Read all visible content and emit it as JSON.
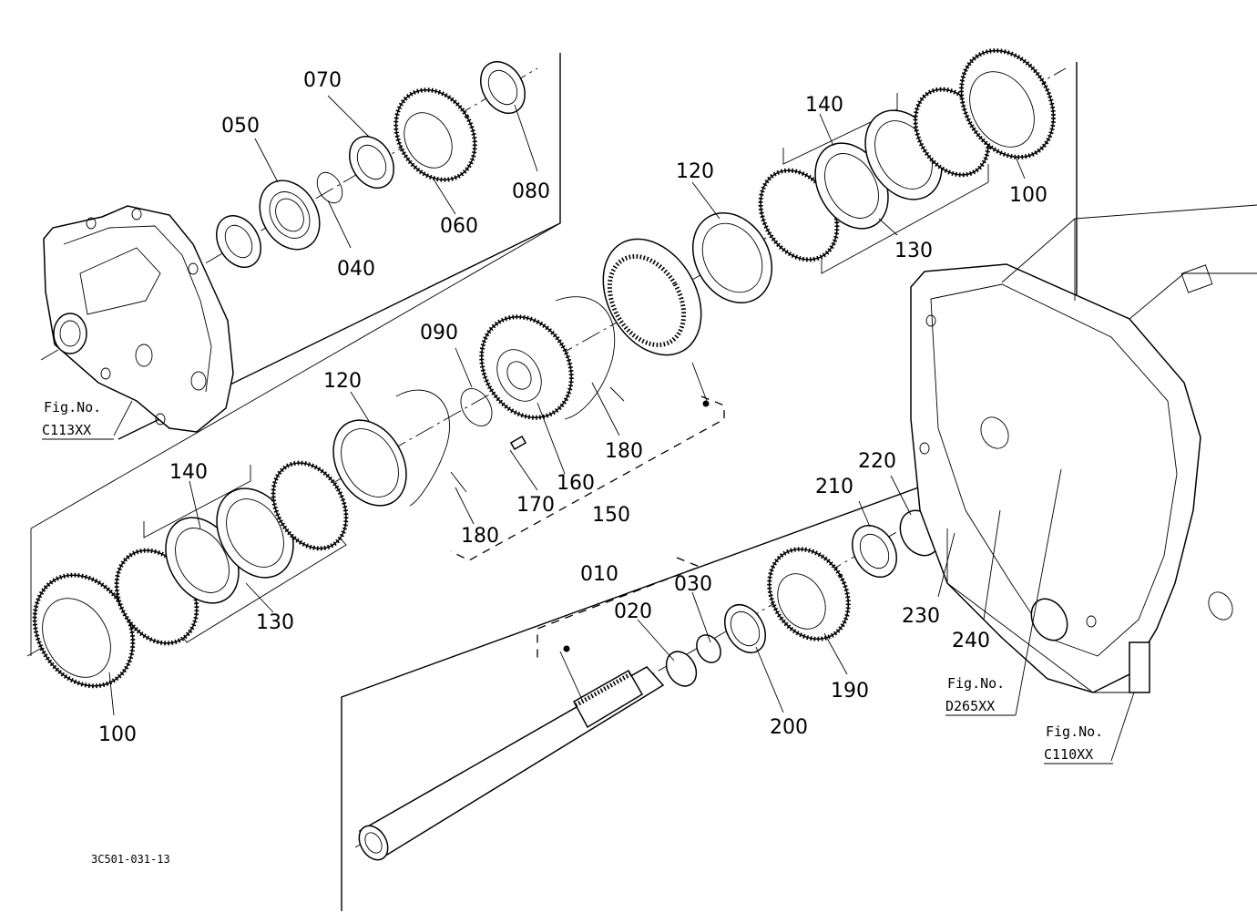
{
  "diagram_code": "3C501-031-13",
  "figure_refs": [
    {
      "fig_label": "Fig.No.",
      "fig_code": "C113XX"
    },
    {
      "fig_label": "Fig.No.",
      "fig_code": "D265XX"
    },
    {
      "fig_label": "Fig.No.",
      "fig_code": "C110XX"
    }
  ],
  "callouts": [
    "010",
    "020",
    "030",
    "040",
    "050",
    "060",
    "070",
    "080",
    "090",
    "100",
    "100",
    "120",
    "120",
    "130",
    "130",
    "140",
    "140",
    "150",
    "160",
    "170",
    "180",
    "180",
    "190",
    "200",
    "210",
    "220",
    "230",
    "240"
  ]
}
